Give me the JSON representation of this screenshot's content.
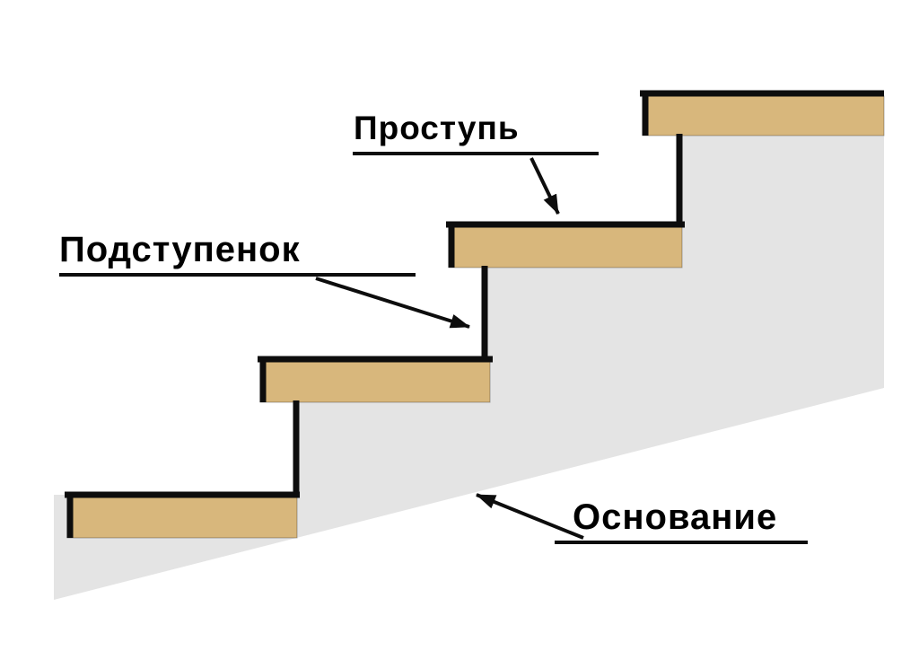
{
  "diagram": {
    "type": "staircase-cross-section",
    "labels": {
      "tread": "Проступь",
      "riser": "Подступенок",
      "base": "Основание"
    },
    "colors": {
      "tread_fill": "#d8b77c",
      "base_fill": "#e4e4e4",
      "line": "#0d0d0d",
      "background": "#ffffff",
      "text": "#000000"
    }
  }
}
